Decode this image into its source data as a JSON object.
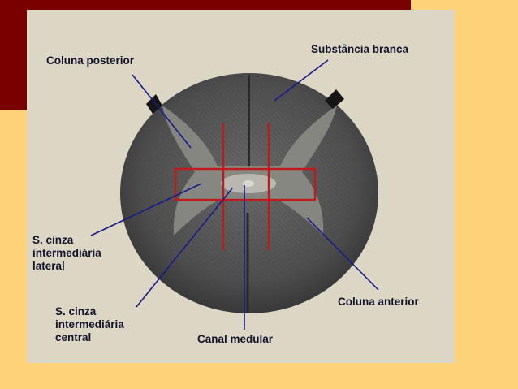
{
  "slide": {
    "background_color": "#fed278",
    "band_color": "#7a0000",
    "card_color": "#dcd6c4"
  },
  "diagram": {
    "tissue_color": "#5c5c5c",
    "gray_matter_color": "#a8a8a0",
    "marker_color": "#c01a1a",
    "pointer_color": "#1a1a8c",
    "labels": {
      "coluna_posterior": "Coluna posterior",
      "substancia_branca": "Substância branca",
      "cinza_lateral": [
        "S. cinza",
        "intermediária",
        "lateral"
      ],
      "cinza_central": [
        "S. cinza",
        "intermediária",
        "central"
      ],
      "canal_medular": "Canal medular",
      "coluna_anterior": "Coluna anterior"
    }
  }
}
